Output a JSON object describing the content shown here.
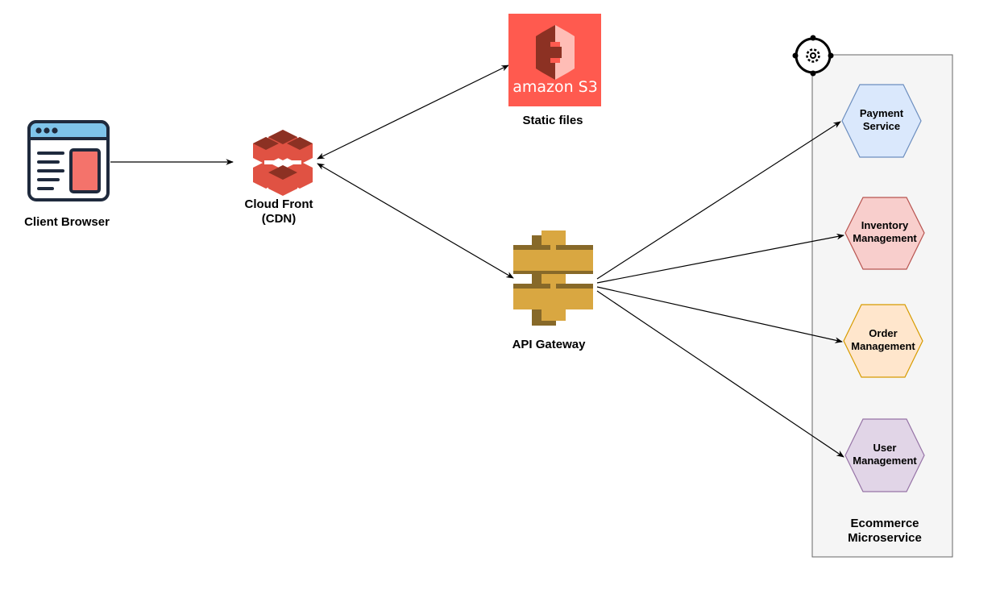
{
  "nodes": {
    "client_browser": {
      "label": "Client Browser"
    },
    "cloudfront": {
      "label": "Cloud Front\n(CDN)"
    },
    "s3": {
      "label": "Static files",
      "logo_text": "amazon S3"
    },
    "api_gateway": {
      "label": "API Gateway"
    },
    "microservice_group": {
      "label": "Ecommerce\nMicroservice"
    },
    "services": [
      {
        "label": "Payment\nService",
        "fill": "#dae8fc",
        "stroke": "#6c8ebf"
      },
      {
        "label": "Inventory\nManagement",
        "fill": "#f8cecc",
        "stroke": "#b85450"
      },
      {
        "label": "Order\nManagement",
        "fill": "#ffe6cc",
        "stroke": "#d79b00"
      },
      {
        "label": "User\nManagement",
        "fill": "#e1d5e7",
        "stroke": "#9673a6"
      }
    ]
  },
  "edges": [
    {
      "from": "Client Browser",
      "to": "Cloud Front (CDN)",
      "direction": "forward"
    },
    {
      "from": "Cloud Front (CDN)",
      "to": "Static files",
      "direction": "both"
    },
    {
      "from": "Cloud Front (CDN)",
      "to": "API Gateway",
      "direction": "both"
    },
    {
      "from": "API Gateway",
      "to": "Payment Service",
      "direction": "forward"
    },
    {
      "from": "API Gateway",
      "to": "Inventory Management",
      "direction": "forward"
    },
    {
      "from": "API Gateway",
      "to": "Order Management",
      "direction": "forward"
    },
    {
      "from": "API Gateway",
      "to": "User Management",
      "direction": "forward"
    }
  ],
  "colors": {
    "aws_red": "#e05243",
    "aws_red_dark": "#8c3123",
    "s3_bg": "#ff5a4f",
    "api_gold": "#d9a741",
    "api_gold_dark": "#876929",
    "browser_blue": "#7fc4ea",
    "browser_pink": "#f4736b",
    "group_bg": "#f5f5f5",
    "group_border": "#666666"
  },
  "icons": {
    "client_browser": "browser-window-icon",
    "cloudfront": "aws-cloudfront-icon",
    "s3": "amazon-s3-icon",
    "api_gateway": "aws-api-gateway-icon",
    "group": "gear-target-icon"
  }
}
